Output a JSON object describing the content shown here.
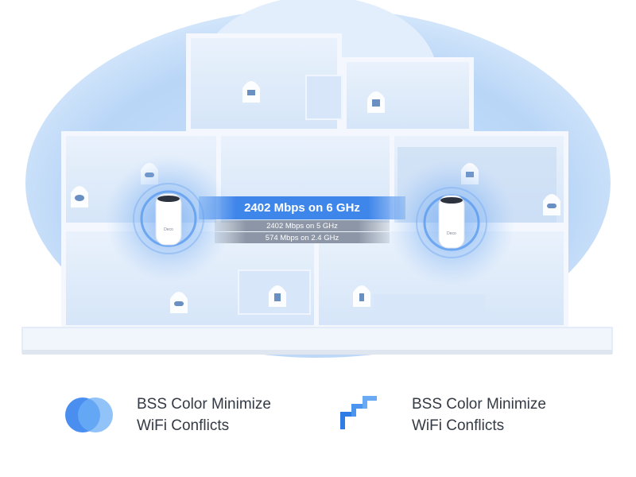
{
  "speed_bands": {
    "main": "2402 Mbps on 6 GHz",
    "band_5ghz": "2402 Mbps on 5 GHz",
    "band_24ghz": "574 Mbps on 2.4 GHz"
  },
  "router_label": "Deco",
  "features": [
    {
      "line1": "BSS Color Minimize",
      "line2": "WiFi Conflicts",
      "icon": "overlapping-circles-icon"
    },
    {
      "line1": "BSS Color Minimize",
      "line2": "WiFi Conflicts",
      "icon": "signal-steps-icon"
    }
  ],
  "colors": {
    "accent": "#3f86ea",
    "secondary_band": "#8c96a6",
    "text": "#333a44"
  }
}
